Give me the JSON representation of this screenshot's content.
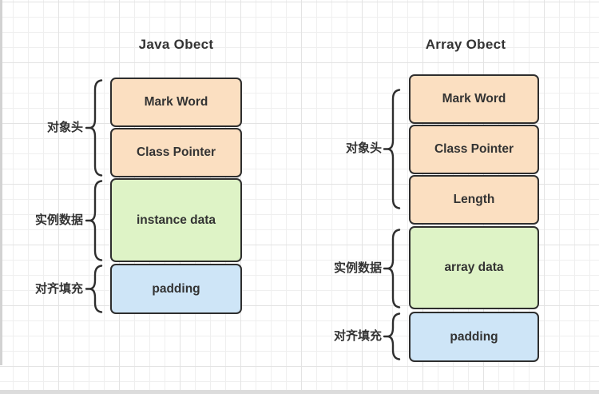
{
  "colors": {
    "header_fill": "#fbdfc1",
    "data_fill": "#def3c6",
    "padding_fill": "#cee5f7",
    "border": "#2e2e2e",
    "text": "#333333",
    "grid_minor": "#efefef",
    "grid_major": "#e3e3e3"
  },
  "diagrams": [
    {
      "title": "Java Obect",
      "boxes": [
        {
          "label": "Mark Word"
        },
        {
          "label": "Class Pointer"
        },
        {
          "label": "instance data"
        },
        {
          "label": "padding"
        }
      ],
      "groups": [
        {
          "label": "对象头"
        },
        {
          "label": "实例数据"
        },
        {
          "label": "对齐填充"
        }
      ]
    },
    {
      "title": "Array Obect",
      "boxes": [
        {
          "label": "Mark Word"
        },
        {
          "label": "Class Pointer"
        },
        {
          "label": "Length"
        },
        {
          "label": "array data"
        },
        {
          "label": "padding"
        }
      ],
      "groups": [
        {
          "label": "对象头"
        },
        {
          "label": "实例数据"
        },
        {
          "label": "对齐填充"
        }
      ]
    }
  ]
}
